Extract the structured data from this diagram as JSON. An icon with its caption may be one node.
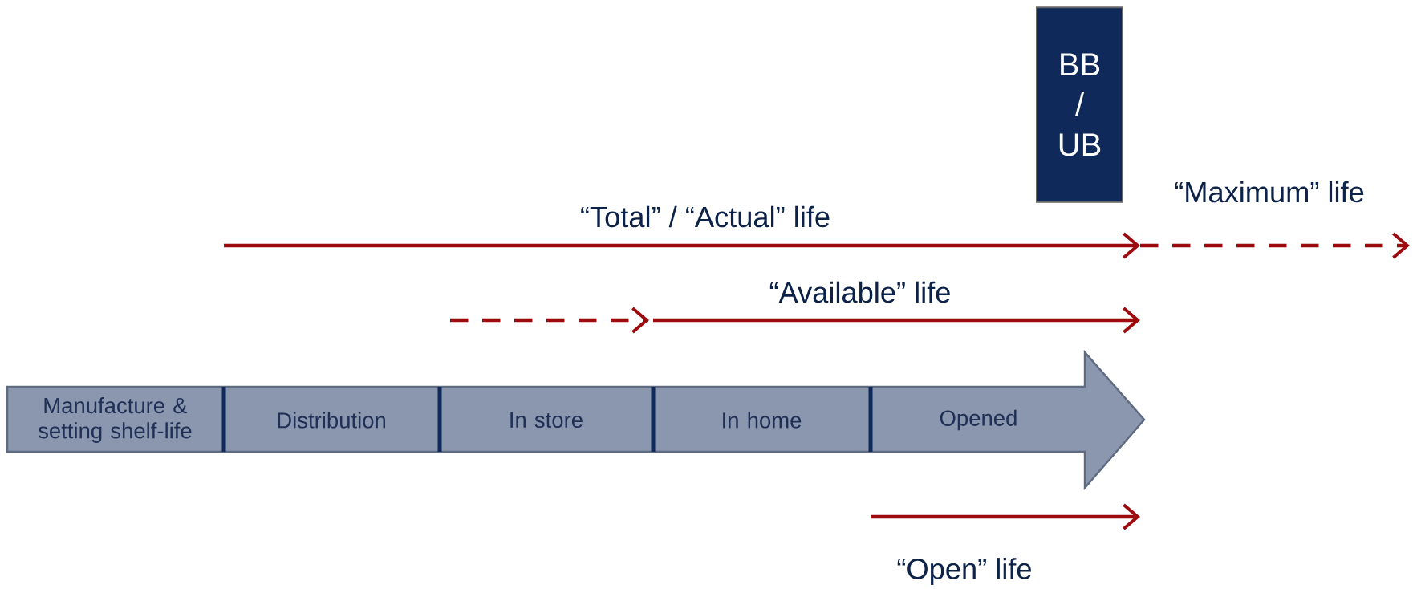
{
  "diagram": {
    "nodes": [
      {
        "text": [],
        "shape": "arrow"
      },
      {
        "text": [
          "Manufacture & setting shelf-life"
        ],
        "in": 0
      },
      {
        "text": [
          "Distribution"
        ],
        "in": 0
      },
      {
        "text": [
          "In store"
        ],
        "in": 0
      },
      {
        "text": [
          "In home"
        ],
        "in": 0
      },
      {
        "text": [
          "Opened"
        ],
        "in": 0
      },
      {
        "text": [
          "BB / UB"
        ]
      }
    ],
    "labels": [
      "“Maximum” life",
      "“Total” / “Actual” life",
      "“Available” life",
      "“Open” life"
    ]
  }
}
